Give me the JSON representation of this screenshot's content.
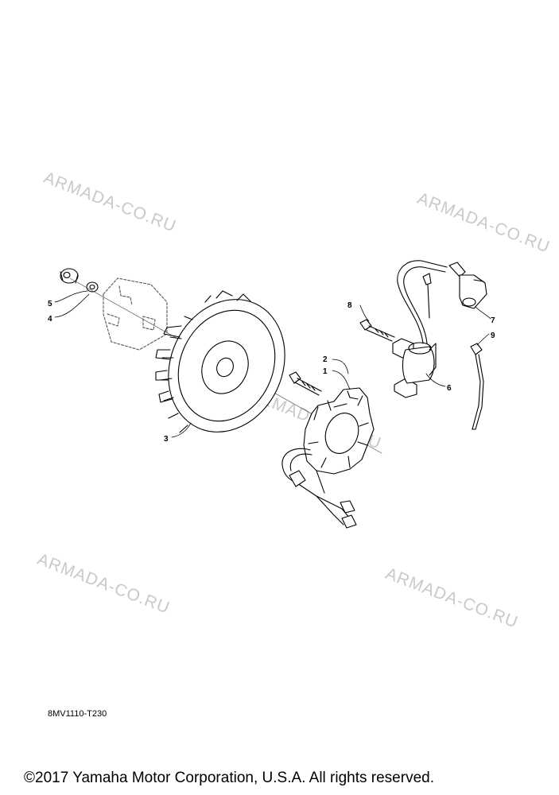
{
  "watermark": "ARMADA-CO.RU",
  "callouts": [
    "1",
    "2",
    "3",
    "4",
    "5",
    "6",
    "7",
    "8",
    "9"
  ],
  "part_code": "8MV1110-T230",
  "copyright": "©2017 Yamaha Motor Corporation, U.S.A. All rights reserved."
}
